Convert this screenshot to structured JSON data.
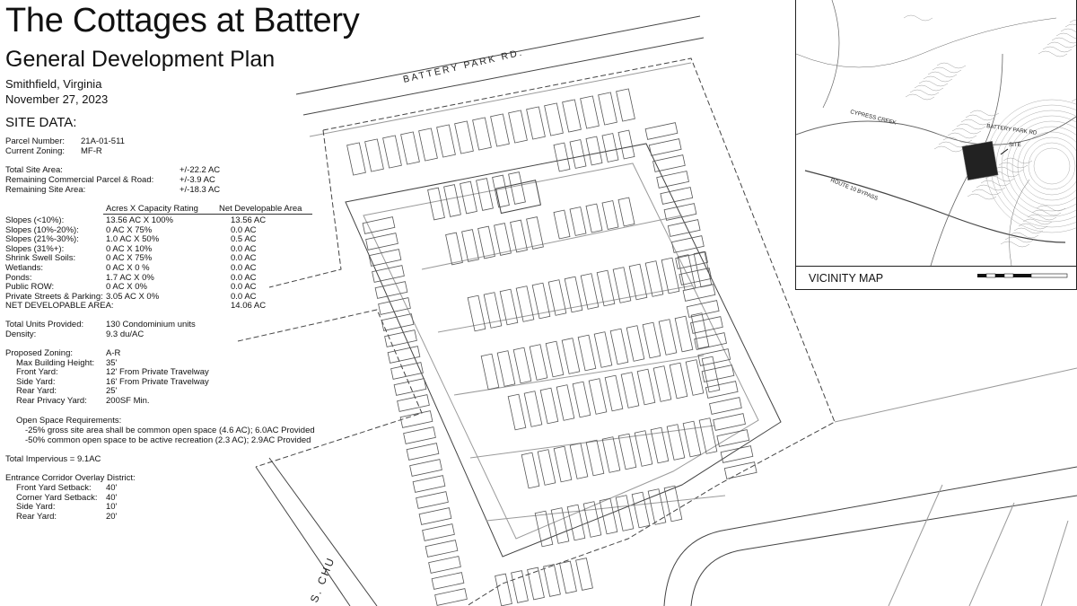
{
  "header": {
    "title": "The Cottages at Battery",
    "subtitle": "General Development Plan",
    "location": "Smithfield, Virginia",
    "date": "November 27, 2023"
  },
  "site_data": {
    "heading": "SITE DATA:",
    "parcel": [
      {
        "label": "Parcel Number:",
        "value": "21A-01-511"
      },
      {
        "label": "Current Zoning:",
        "value": "MF-R"
      }
    ],
    "areas": [
      {
        "label": "Total Site Area:",
        "value": "+/-22.2 AC"
      },
      {
        "label": "Remaining Commercial Parcel & Road:",
        "value": "+/-3.9 AC"
      },
      {
        "label": "Remaining Site Area:",
        "value": "+/-18.3 AC"
      }
    ],
    "capacity_headers": {
      "rating": "Acres X Capacity Rating",
      "net": "Net Developable Area"
    },
    "capacity_rows": [
      {
        "label": "Slopes (<10%):",
        "rating": "13.56 AC X 100%",
        "net": "13.56 AC"
      },
      {
        "label": "Slopes (10%-20%):",
        "rating": "0 AC X 75%",
        "net": "0.0 AC"
      },
      {
        "label": "Slopes (21%-30%):",
        "rating": "1.0 AC X 50%",
        "net": "0.5 AC"
      },
      {
        "label": "Slopes (31%+):",
        "rating": "0 AC X 10%",
        "net": "0.0 AC"
      },
      {
        "label": "Shrink Swell Soils:",
        "rating": "0 AC X 75%",
        "net": "0.0 AC"
      },
      {
        "label": "Wetlands:",
        "rating": "0 AC X 0 %",
        "net": "0.0 AC"
      },
      {
        "label": "Ponds:",
        "rating": "1.7 AC X 0%",
        "net": "0.0 AC"
      },
      {
        "label": "Public ROW:",
        "rating": "0 AC X 0%",
        "net": "0.0 AC"
      },
      {
        "label": "Private Streets & Parking:",
        "rating": "3.05 AC X 0%",
        "net": "0.0 AC"
      }
    ],
    "net_total": {
      "label": "NET DEVELOPABLE AREA:",
      "value": "14.06 AC"
    },
    "units": [
      {
        "label": "Total Units Provided:",
        "value": "130 Condominium units"
      },
      {
        "label": "Density:",
        "value": "9.3 du/AC"
      }
    ],
    "zoning": [
      {
        "label": "Proposed Zoning:",
        "value": "A-R",
        "indent": 0
      },
      {
        "label": "Max Building Height:",
        "value": "35'",
        "indent": 1
      },
      {
        "label": "Front Yard:",
        "value": "12' From Private Travelway",
        "indent": 1
      },
      {
        "label": "Side Yard:",
        "value": "16' From Private Travelway",
        "indent": 1
      },
      {
        "label": "Rear Yard:",
        "value": "25'",
        "indent": 1
      },
      {
        "label": "Rear Privacy Yard:",
        "value": "200SF Min.",
        "indent": 1
      }
    ],
    "open_space": {
      "heading": "Open Space Requirements:",
      "items": [
        "-25% gross site area shall be common open space (4.6 AC); 6.0AC Provided",
        "-50% common open space to be active recreation (2.3 AC); 2.9AC Provided"
      ]
    },
    "impervious": "Total Impervious = 9.1AC",
    "corridor": {
      "heading": "Entrance Corridor Overlay District:",
      "rows": [
        {
          "label": "Front Yard Setback:",
          "value": "40'"
        },
        {
          "label": "Corner Yard Setback:",
          "value": "40'"
        },
        {
          "label": "Side Yard:",
          "value": "10'"
        },
        {
          "label": "Rear Yard:",
          "value": "20'"
        }
      ]
    }
  },
  "plan": {
    "road_top": "BATTERY PARK RD.",
    "road_bottom": "S. CHU",
    "colors": {
      "line": "#444444",
      "light": "#9a9a9a",
      "block": "#555555"
    }
  },
  "vicinity_map": {
    "label": "VICINITY MAP",
    "places": [
      {
        "name": "CYPRESS CREEK"
      },
      {
        "name": "BATTERY PARK RD"
      },
      {
        "name": "SITE"
      },
      {
        "name": "ROUTE 10 BYPASS"
      }
    ]
  }
}
